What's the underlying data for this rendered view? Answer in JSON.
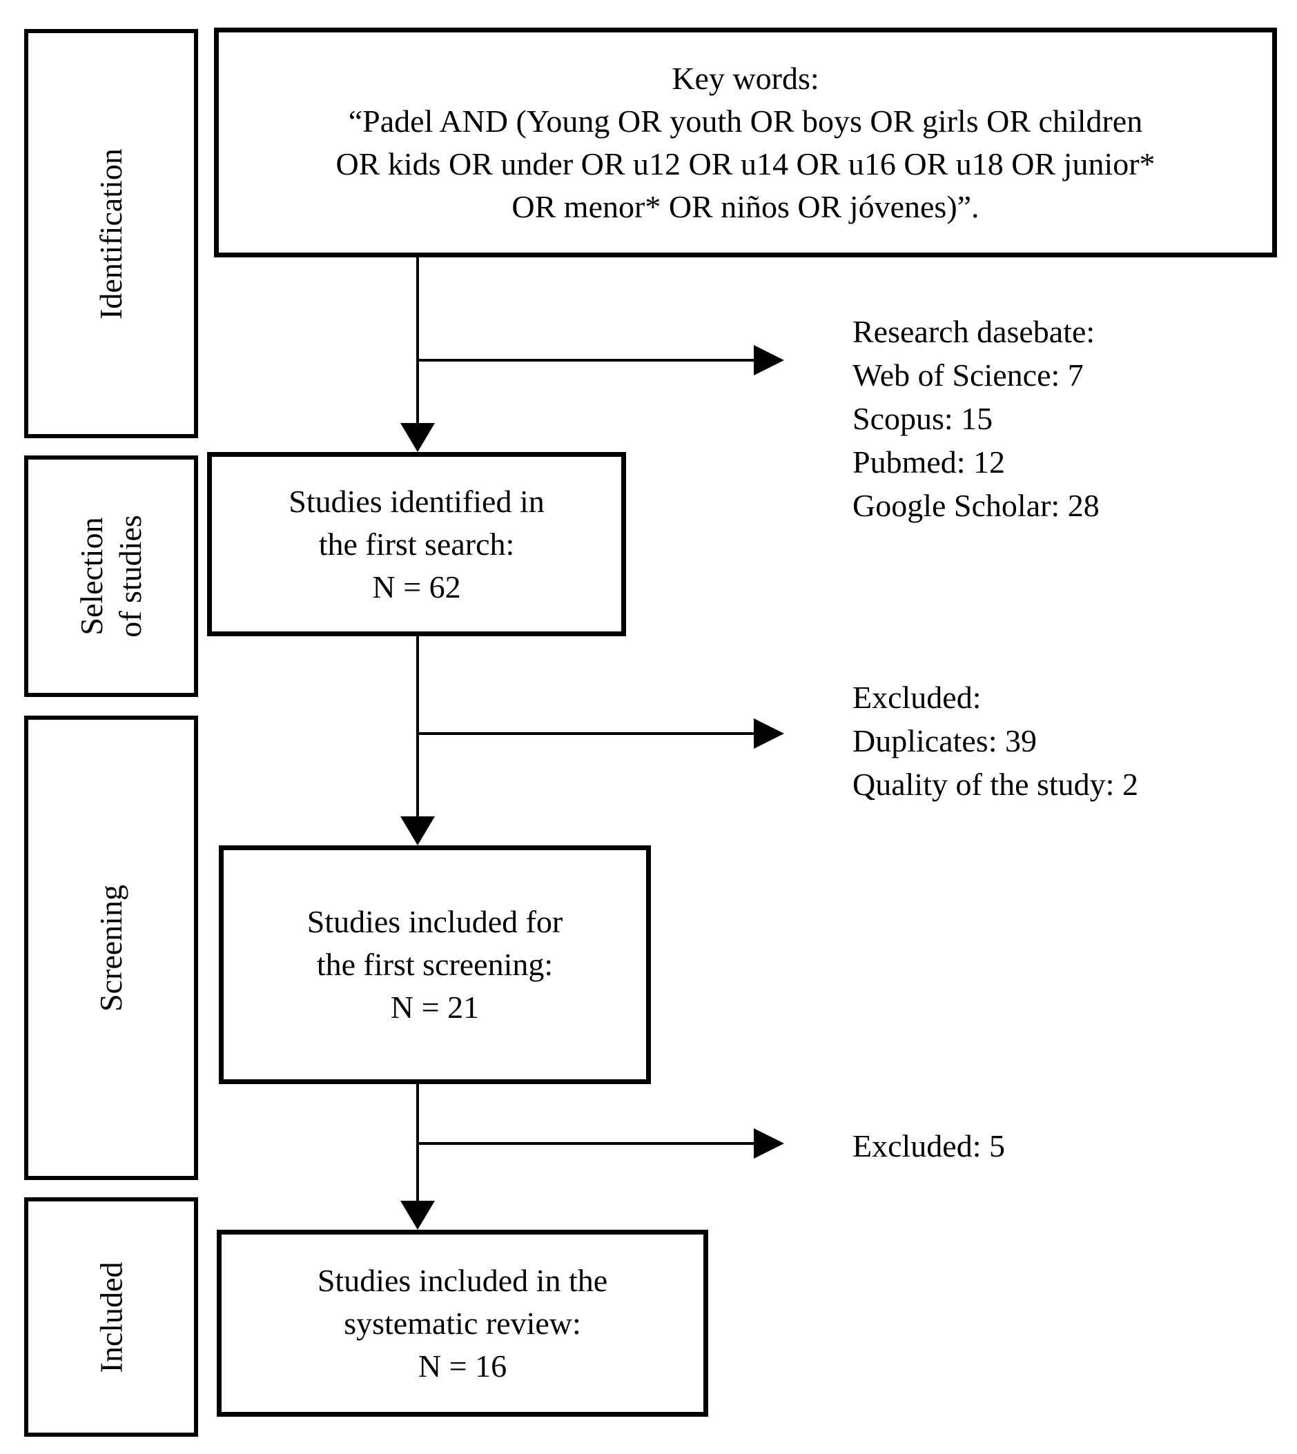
{
  "figure": {
    "background": "#ffffff",
    "ink": "#000000"
  },
  "stages": [
    {
      "label": "Identification"
    },
    {
      "label": "Selection\nof studies"
    },
    {
      "label": "Screening"
    },
    {
      "label": "Included"
    }
  ],
  "boxes": {
    "keywords": {
      "title": "Key words:",
      "query": "“Padel AND (Young OR youth OR boys OR girls OR children\nOR kids OR under OR u12 OR u14 OR u16 OR u18 OR junior*\nOR menor* OR niños OR jóvenes)”."
    },
    "first_search": {
      "text": "Studies identified in\nthe first search:\nN = 62"
    },
    "first_screening": {
      "text": "Studies included for\nthe first screening:\nN = 21"
    },
    "systematic_review": {
      "text": "Studies included in the\nsystematic review:\nN = 16"
    }
  },
  "annotations": {
    "databases": {
      "lines": [
        "Research dasebate:",
        "Web of Science: 7",
        "Scopus: 15",
        "Pubmed: 12",
        "Google Scholar: 28"
      ]
    },
    "excluded_screening": {
      "lines": [
        "Excluded:",
        "Duplicates: 39",
        "Quality of the study: 2"
      ]
    },
    "excluded_final": {
      "lines": [
        "Excluded: 5"
      ]
    }
  }
}
